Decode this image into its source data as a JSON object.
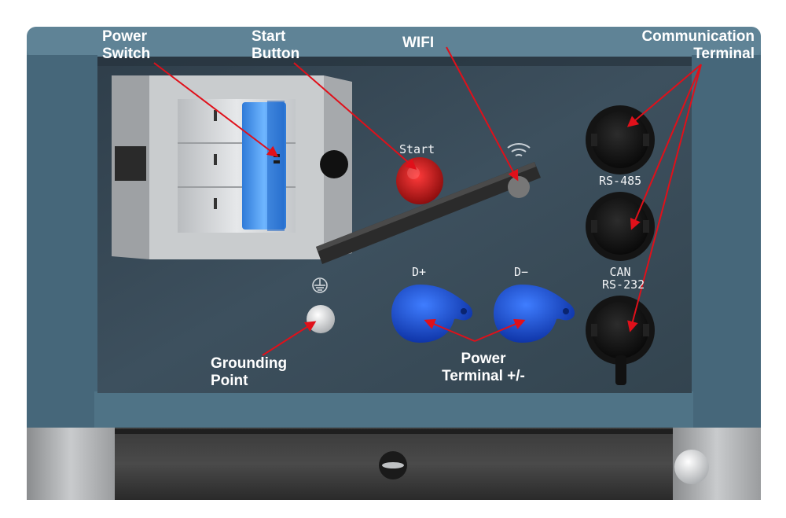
{
  "callouts": {
    "power_switch": [
      "Power",
      "Switch"
    ],
    "start_button": [
      "Start",
      "Button"
    ],
    "wifi": "WIFI",
    "communication_terminal": [
      "Communication",
      "Terminal"
    ],
    "grounding_point": [
      "Grounding",
      "Point"
    ],
    "power_terminal": [
      "Power",
      "Terminal +/-"
    ]
  },
  "panel_labels": {
    "start": "Start",
    "d_plus": "D+",
    "d_minus": "D−",
    "rs485": "RS-485",
    "can": "CAN",
    "rs232": "RS-232"
  },
  "colors": {
    "enclosure": "#4b6e80",
    "panel": "#3b4e5c",
    "start_button": "#c21a1a",
    "power_terminal": "#1b4fd6",
    "breaker_handle": "#3d8fe8",
    "callout_arrow": "#e0101a",
    "callout_text": "#ffffff"
  }
}
